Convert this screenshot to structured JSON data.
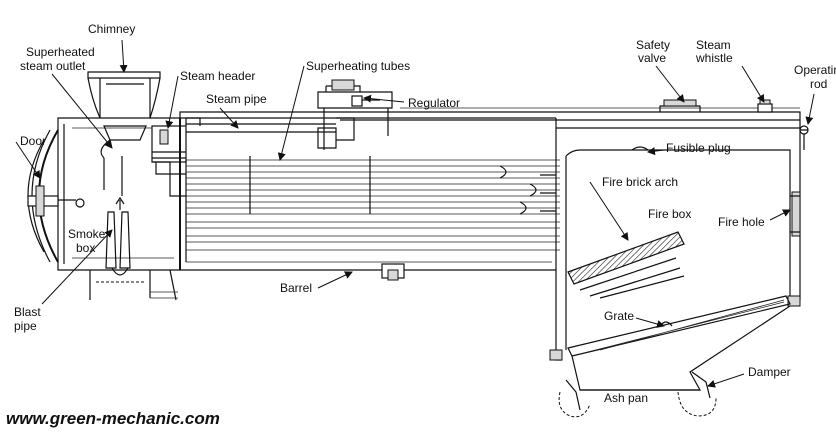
{
  "labels": {
    "chimney": "Chimney",
    "superheated_steam_outlet_1": "Superheated",
    "superheated_steam_outlet_2": "steam outlet",
    "door": "Door",
    "steam_header": "Steam header",
    "steam_pipe": "Steam pipe",
    "superheating_tubes": "Superheating tubes",
    "regulator": "Regulator",
    "safety_valve_1": "Safety",
    "safety_valve_2": "valve",
    "steam_whistle_1": "Steam",
    "steam_whistle_2": "whistle",
    "operating_rod_1": "Operating",
    "operating_rod_2": "rod",
    "fusible_plug": "Fusible plug",
    "fire_brick_arch": "Fire brick arch",
    "fire_box": "Fire box",
    "fire_hole": "Fire hole",
    "smoke_box_1": "Smoke",
    "smoke_box_2": "box",
    "barrel": "Barrel",
    "blast_pipe_1": "Blast",
    "blast_pipe_2": "pipe",
    "grate": "Grate",
    "damper": "Damper",
    "ash_pan": "Ash pan"
  },
  "watermark": "www.green-mechanic.com",
  "colors": {
    "line": "#111111",
    "fill": "#ffffff",
    "hatch": "#222222"
  }
}
